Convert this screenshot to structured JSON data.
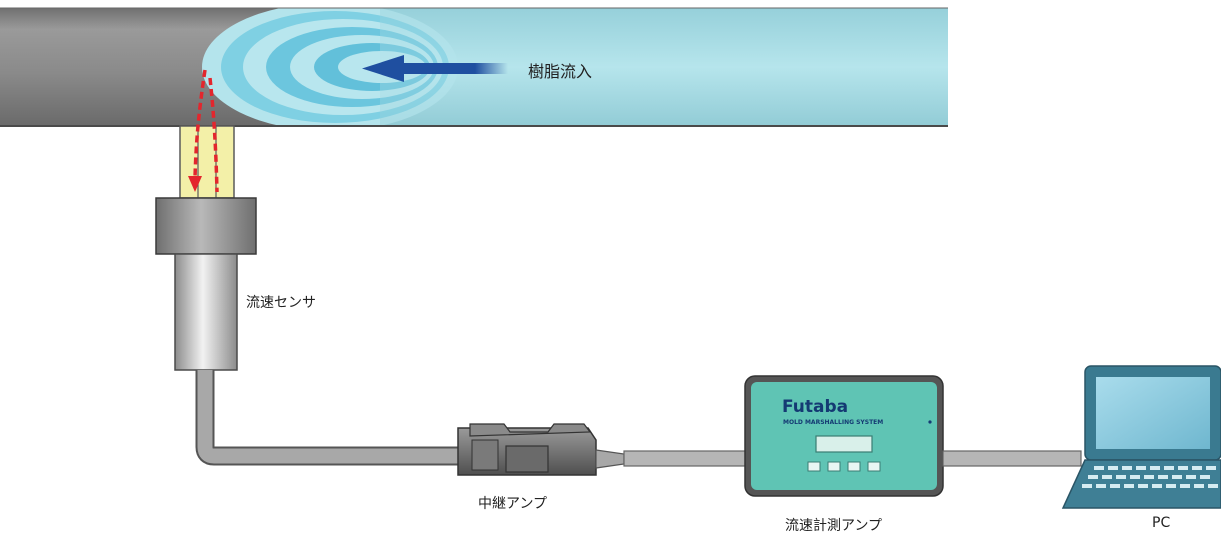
{
  "labels": {
    "resin_inflow": "樹脂流入",
    "flow_sensor": "流速センサ",
    "relay_amp": "中継アンプ",
    "flow_amp": "流速計測アンプ",
    "pc": "PC"
  },
  "device": {
    "brand": "Futaba",
    "subtitle": "MOLD MARSHALLING SYSTEM"
  },
  "colors": {
    "pipe_gray": "#7d7d7d",
    "resin_blue": "#a6dbe3",
    "arrow_blue": "#1f4fa0",
    "flow_red": "#e3262d",
    "device_teal": "#5fc4b4",
    "laptop_blue": "#3f7f95"
  }
}
